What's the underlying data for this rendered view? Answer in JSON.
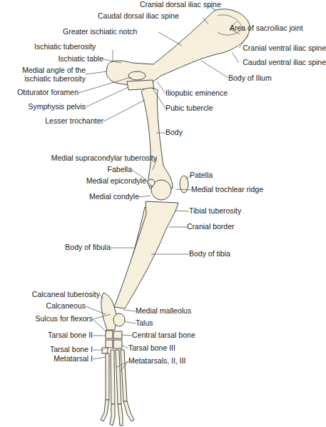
{
  "diagram": {
    "labels": [
      "Cranial dorsal iliac spine",
      "Caudal dorsal iliac spine",
      "Area of sacroiliac joint",
      "Greater ischiatic notch",
      "Cranial ventral iliac spine",
      "Ischiatic tuberosity",
      "Ischiatic table",
      "Caudal ventral iliac spine",
      "Medial angle of the ischiatic tuberosity",
      "Body of Ilium",
      "Obturator foramen",
      "Iliopubic eminence",
      "Symphysis pelvis",
      "Pubic tubercle",
      "Lesser trochanter",
      "Body",
      "Medial supracondylar tuberosity",
      "Fabella",
      "Patella",
      "Medial epicondyle",
      "Medial trochlear ridge",
      "Medial condyle",
      "Tibial tuberosity",
      "Cranial border",
      "Body of fibula",
      "Body of tibia",
      "Calcaneal tuberosity",
      "Calcaneous",
      "Medial malleolus",
      "Sulcus for flexors",
      "Talus",
      "Tarsal bone II",
      "Central tarsal bone",
      "Tarsal bone III",
      "Tarsal bone I",
      "Metatarsal I",
      "Metatarsals, II, III"
    ]
  }
}
